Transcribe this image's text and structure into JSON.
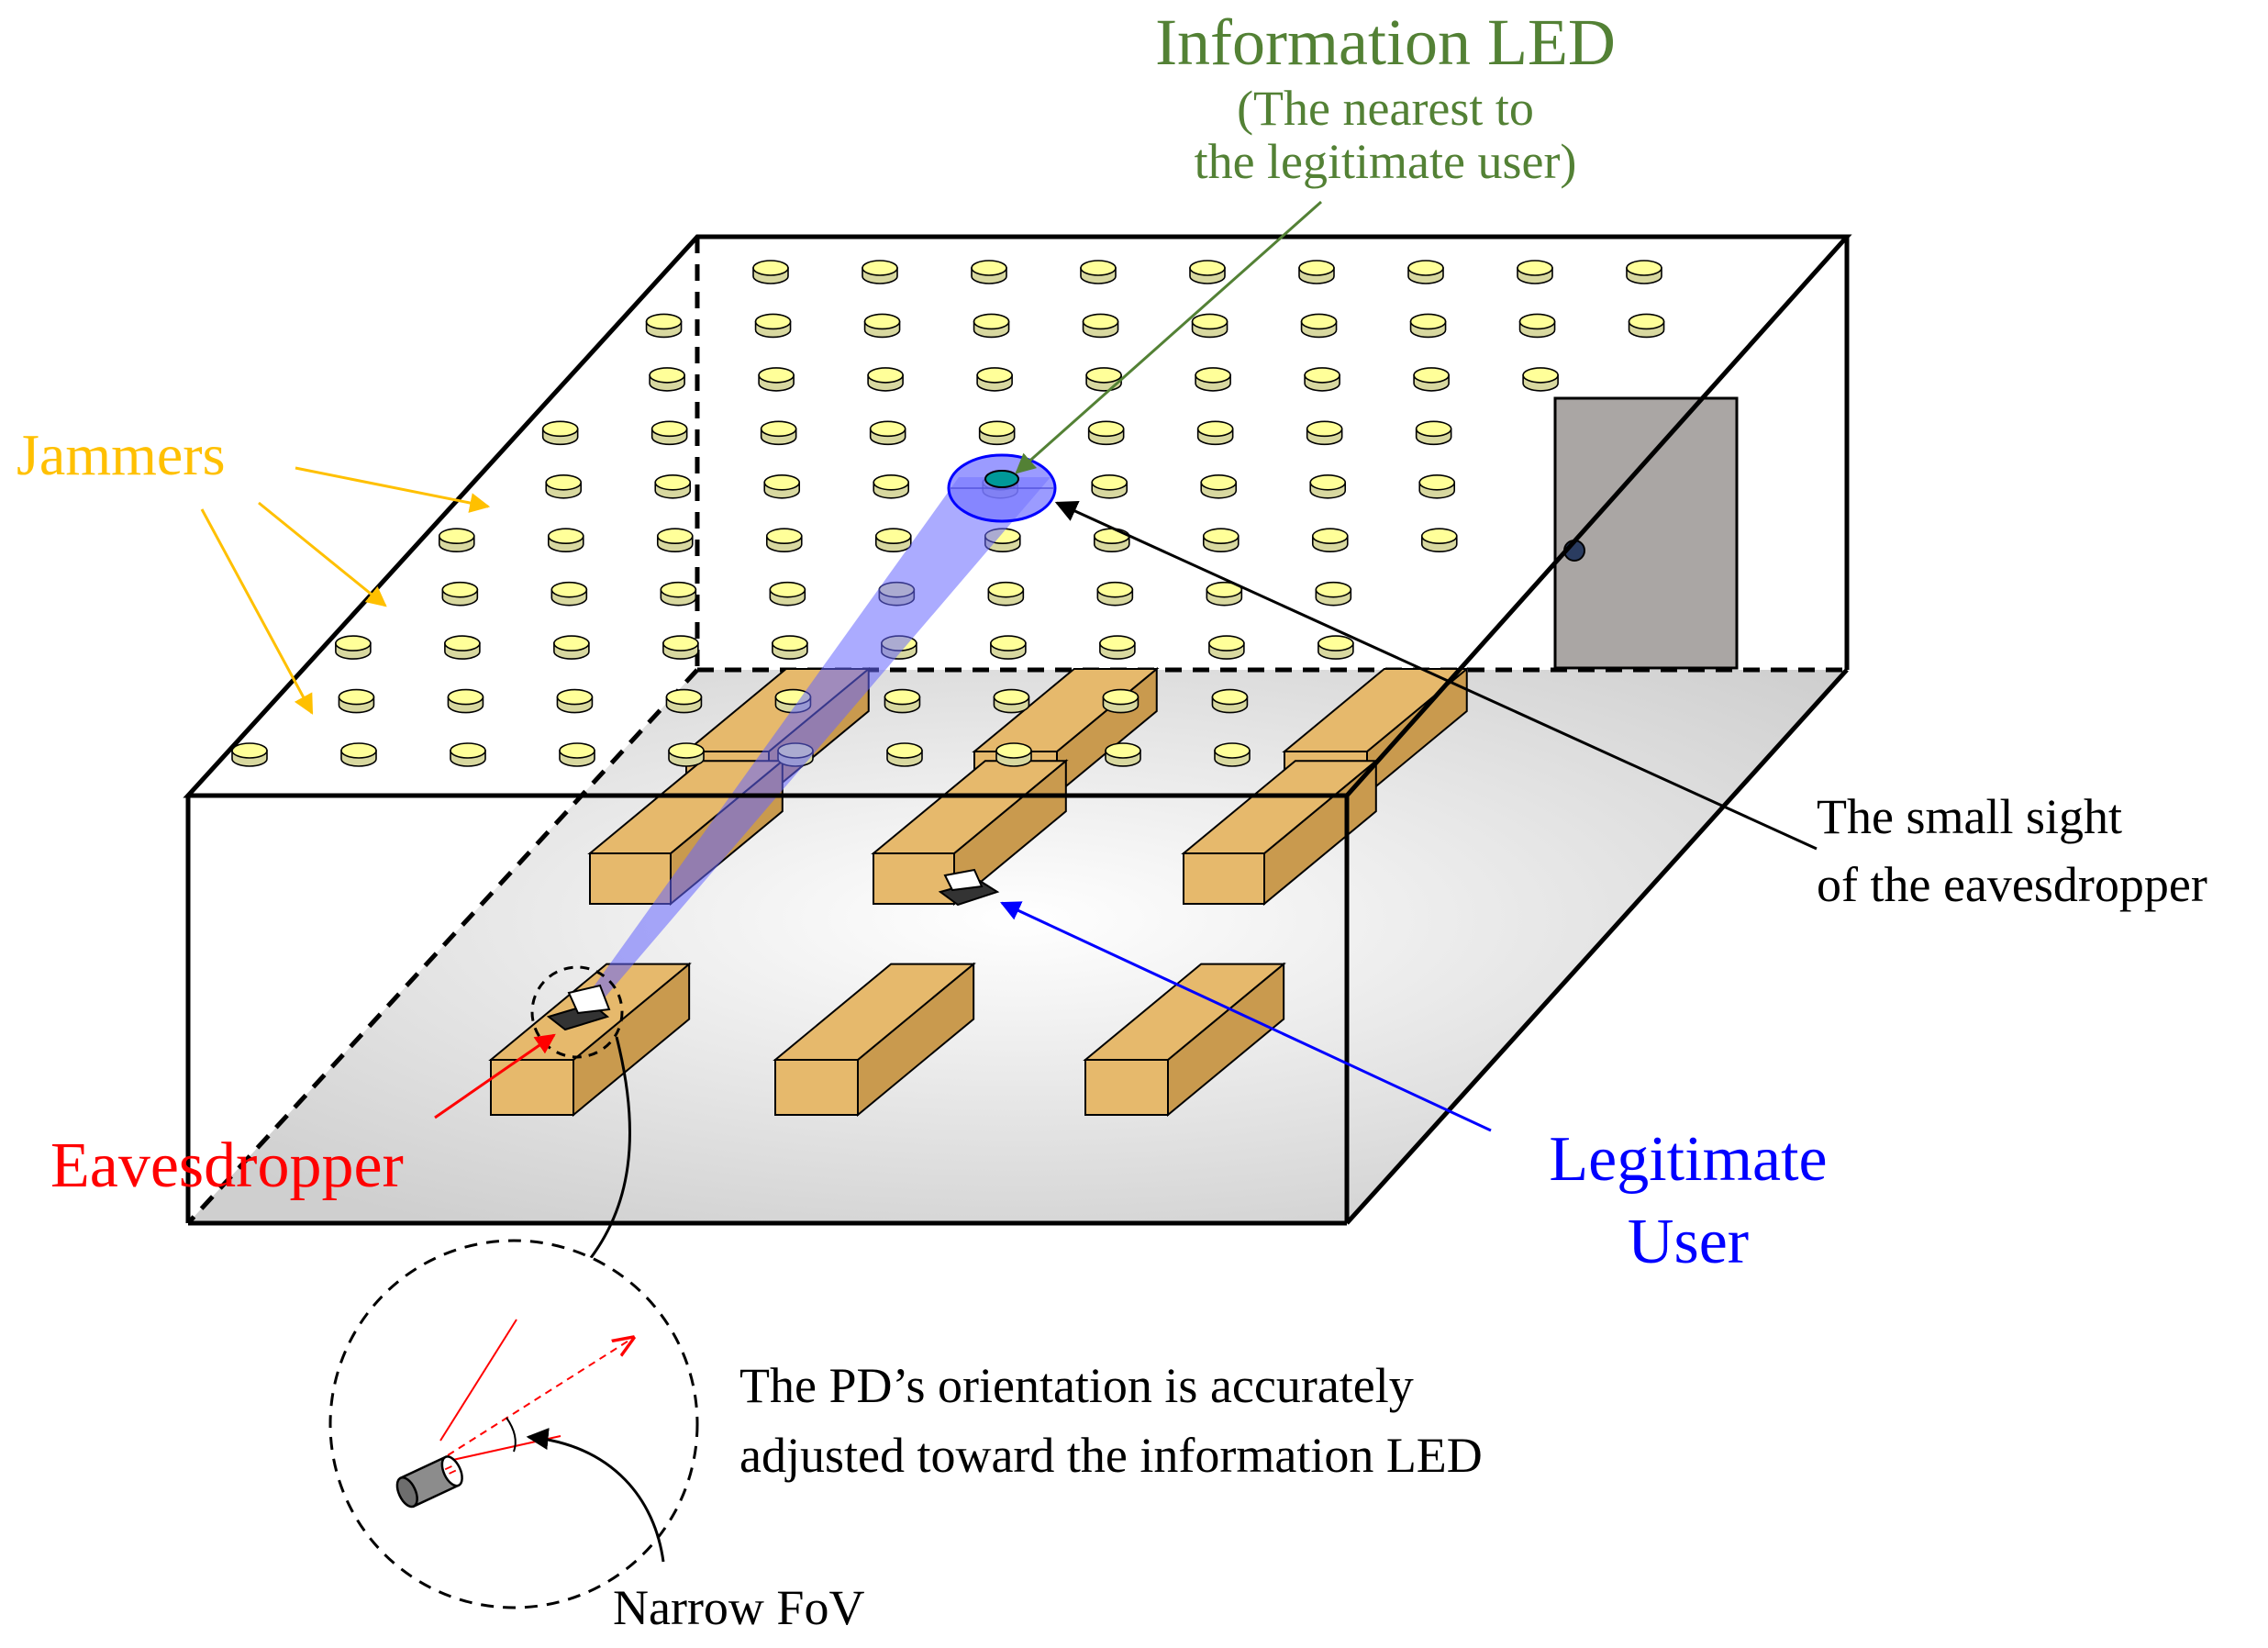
{
  "labels": {
    "info_led": "Information LED",
    "info_led_sub1": "(The nearest to",
    "info_led_sub2": "the legitimate user)",
    "jammers": "Jammers",
    "small_sight1": "The small sight",
    "small_sight2": "of the eavesdropper",
    "eavesdropper": "Eavesdropper",
    "legit1": "Legitimate",
    "legit2": "User",
    "pd1": "The PD’s orientation is accurately",
    "pd2": "adjusted toward the information LED",
    "fov": "Narrow FoV"
  },
  "colors": {
    "info_led": "#538135",
    "jammers": "#ffc000",
    "eavesdropper": "#ff0000",
    "legitimate": "#0000ff",
    "led_fill": "#ffff99",
    "info_led_fill": "#009999",
    "beam": "#6666ff",
    "desk": "#e6b96c",
    "door": "#aaa6a4"
  }
}
